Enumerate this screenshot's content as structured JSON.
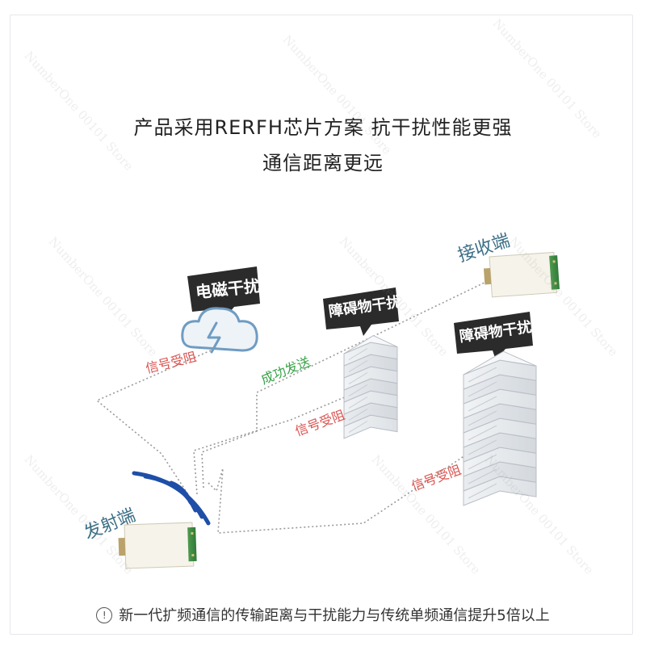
{
  "headline": {
    "line1": "产品采用RERFH芯片方案  抗干扰性能更强",
    "line2": "通信距离更远"
  },
  "labels": {
    "receiver": "接收端",
    "transmitter": "发射端",
    "em_interference": "电磁干扰",
    "obstacle1": "障碍物干扰",
    "obstacle2": "障碍物干扰",
    "blocked1": "信号受阻",
    "blocked2": "信号受阻",
    "blocked3": "信号受阻",
    "success": "成功发送"
  },
  "footer": {
    "icon": "info-icon",
    "glyph": "!",
    "text": "新一代扩频通信的传输距离与干扰能力与传统单频通信提升5倍以上"
  },
  "watermark": "NumberOne 00101 Store",
  "colors": {
    "callout": "#2b2b2b",
    "blocked": "#d9534f",
    "success": "#3aa34a",
    "endpoint": "#3c6f86",
    "path": "#9a9a9a",
    "wave": "#1e4fa8"
  }
}
